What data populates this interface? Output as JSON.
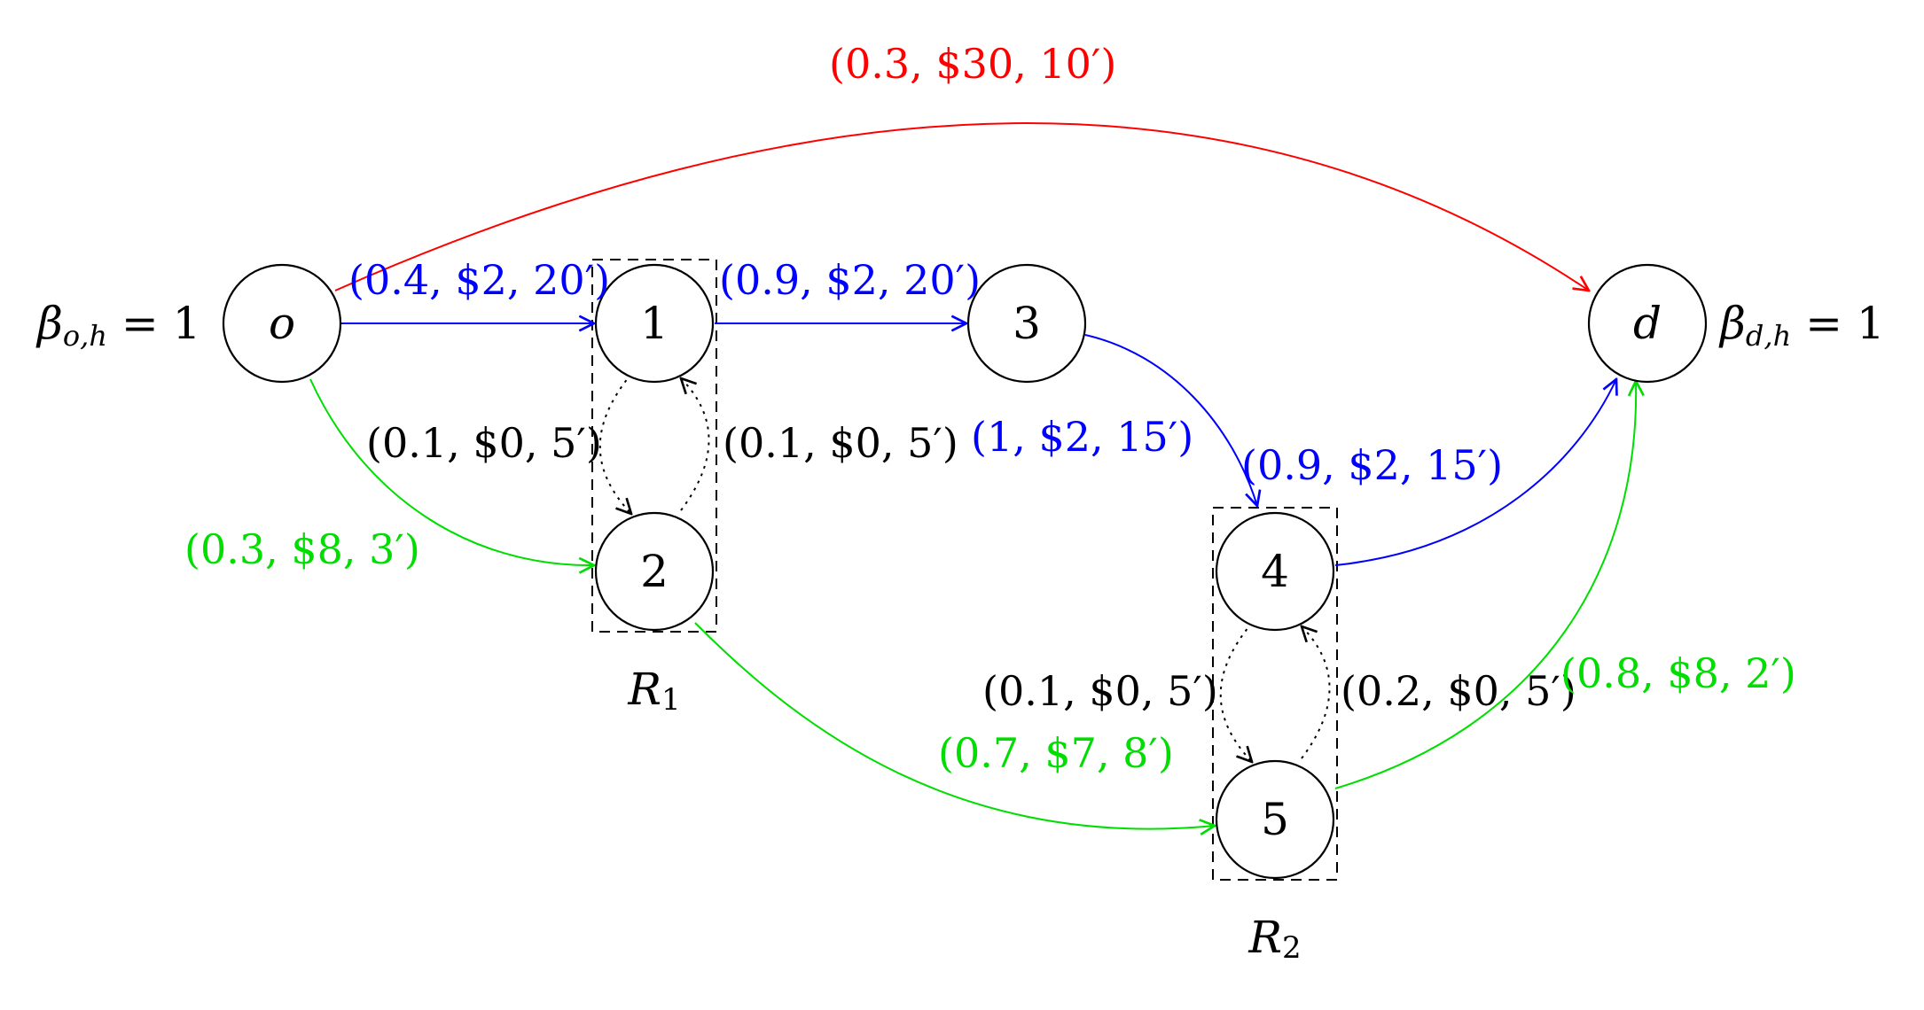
{
  "colors": {
    "red": "#ff0000",
    "blue": "#0000ff",
    "green": "#00dd00",
    "black": "#000000"
  },
  "nodes": {
    "o": "o",
    "n1": "1",
    "n2": "2",
    "n3": "3",
    "d": "d",
    "n4": "4",
    "n5": "5"
  },
  "boundary": {
    "origin": "β",
    "origin_sub": "o,h",
    "origin_rhs": " = 1",
    "dest": "β",
    "dest_sub": "d,h",
    "dest_rhs": " = 1"
  },
  "regions": {
    "r1": "R",
    "r1_sub": "1",
    "r2": "R",
    "r2_sub": "2"
  },
  "edges": {
    "o_d": "(0.3, $30, 10′)",
    "o_1": "(0.4, $2, 20′)",
    "n1_3": "(0.9, $2, 20′)",
    "n3_4": "(1, $2, 15′)",
    "n4_d": "(0.9, $2, 15′)",
    "o_2": "(0.3, $8, 3′)",
    "n1_2": "(0.1, $0, 5′)",
    "n2_1": "(0.1, $0, 5′)",
    "n2_5": "(0.7, $7, 8′)",
    "n4_5": "(0.1, $0, 5′)",
    "n5_4": "(0.2, $0, 5′)",
    "n5_d": "(0.8, $8, 2′)"
  }
}
